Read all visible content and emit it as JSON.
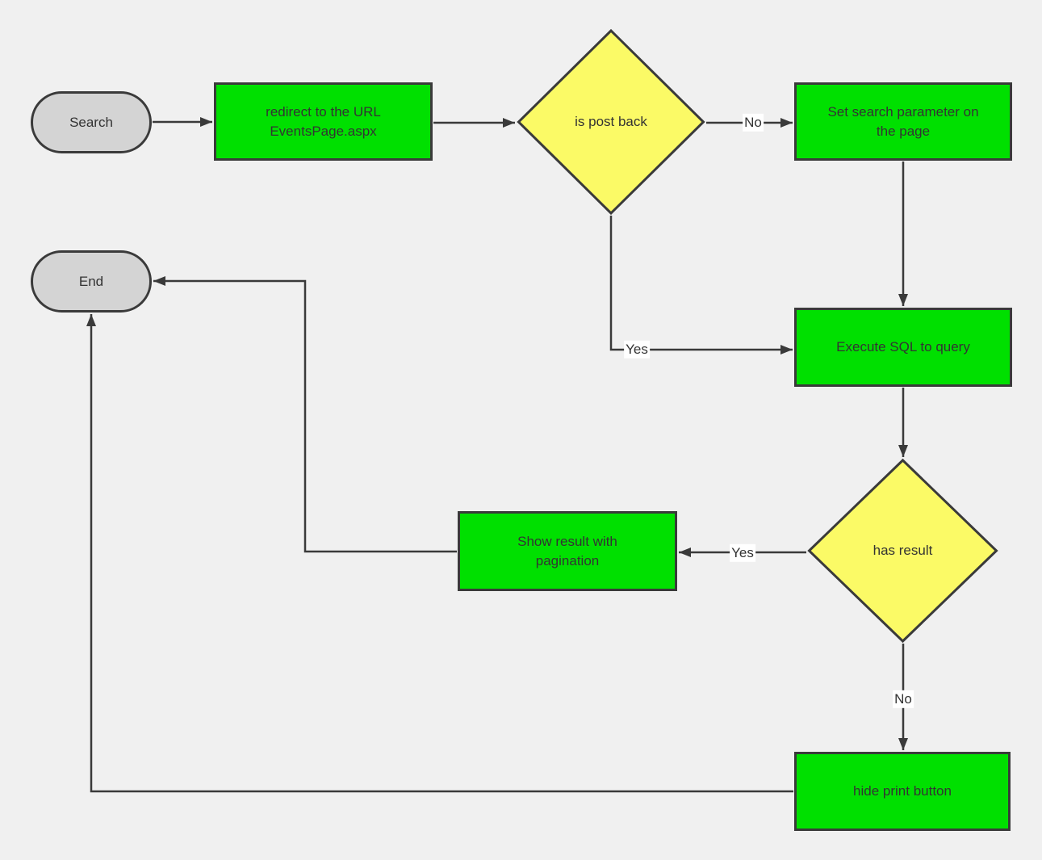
{
  "diagram": {
    "type": "flowchart",
    "nodes": {
      "search": {
        "label": "Search",
        "shape": "terminator"
      },
      "redirect": {
        "label": "redirect to the URL\nEventsPage.aspx",
        "shape": "process"
      },
      "is_post_back": {
        "label": "is post back",
        "shape": "decision"
      },
      "set_search_param": {
        "label": "Set search parameter on\nthe page",
        "shape": "process"
      },
      "execute_sql": {
        "label": "Execute SQL to query",
        "shape": "process"
      },
      "has_result": {
        "label": "has result",
        "shape": "decision"
      },
      "show_result": {
        "label": "Show result with\npagination",
        "shape": "process"
      },
      "hide_print": {
        "label": "hide print button",
        "shape": "process"
      },
      "end": {
        "label": "End",
        "shape": "terminator"
      }
    },
    "edge_labels": {
      "is_post_back_no": "No",
      "is_post_back_yes": "Yes",
      "has_result_yes": "Yes",
      "has_result_no": "No"
    },
    "colors": {
      "process_fill": "#00e000",
      "decision_fill": "#fbfa66",
      "terminator_fill": "#d4d4d4",
      "stroke": "#3a3a3a",
      "text": "#333333",
      "background": "#f0f0f0",
      "label_background": "#ffffff"
    }
  }
}
